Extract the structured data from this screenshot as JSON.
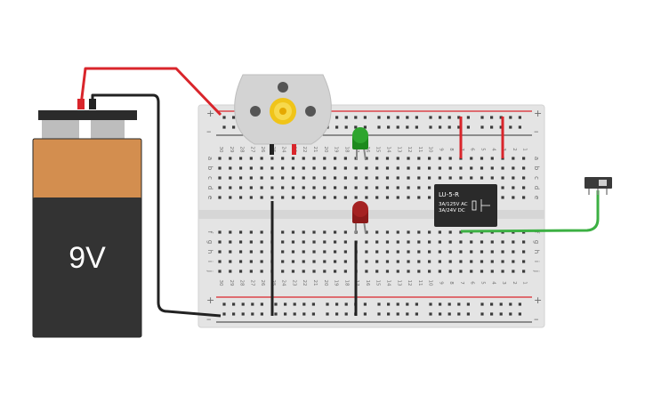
{
  "battery": {
    "label": "9V",
    "colors": {
      "body_bottom": "#333333",
      "body_top": "#d38e4f",
      "terminal": "#bdbdbd",
      "cap": "#2b2b2b"
    }
  },
  "breadboard": {
    "color": "#e4e4e4",
    "rail_plus": "+",
    "rail_minus": "–",
    "rows_top": [
      "a",
      "b",
      "c",
      "d",
      "e"
    ],
    "rows_bottom": [
      "f",
      "g",
      "h",
      "i",
      "j"
    ],
    "column_numbers": [
      "30",
      "29",
      "28",
      "27",
      "26",
      "25",
      "24",
      "23",
      "22",
      "21",
      "20",
      "19",
      "18",
      "17",
      "16",
      "15",
      "14",
      "13",
      "12",
      "11",
      "10",
      "9",
      "8",
      "7",
      "6",
      "5",
      "4",
      "3",
      "2",
      "1"
    ]
  },
  "relay": {
    "model": "LU-5-R",
    "spec_line1": "3A/125V AC",
    "spec_line2": "3A/24V  DC",
    "color": "#2a2a2a"
  },
  "components": {
    "motor": "dc-motor",
    "led_green": "#1d8a1d",
    "led_red": "#8b1a1a",
    "switch": "slide-switch"
  },
  "wire_colors": {
    "red": "#d9252b",
    "black": "#222222",
    "green": "#3cb043"
  }
}
